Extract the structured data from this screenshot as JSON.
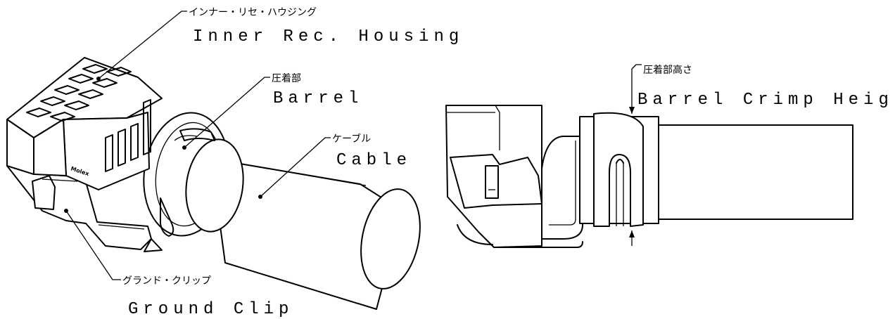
{
  "callouts": [
    {
      "jp": "インナー・リセ・ハウジング",
      "en": "Inner Rec. Housing"
    },
    {
      "jp": "圧着部",
      "en": "Barrel"
    },
    {
      "jp": "ケーブル",
      "en": "Cable"
    },
    {
      "jp": "グランド・クリップ",
      "en": "Ground Clip"
    },
    {
      "jp": "圧着部高さ",
      "en": "Barrel Crimp Height"
    }
  ],
  "housing_marking": "Molex"
}
